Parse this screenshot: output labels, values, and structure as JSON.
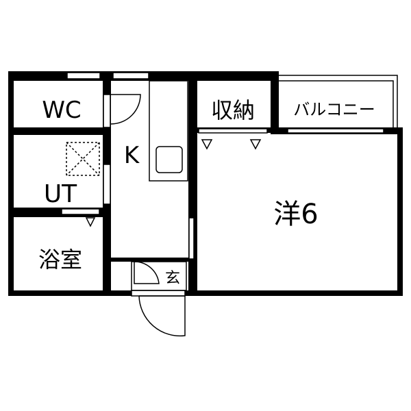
{
  "rooms": {
    "wc": "WC",
    "ut": "UT",
    "bath": "浴室",
    "kitchen": "K",
    "storage": "収納",
    "balcony": "バルコニー",
    "western": "洋6",
    "entrance": "玄"
  }
}
